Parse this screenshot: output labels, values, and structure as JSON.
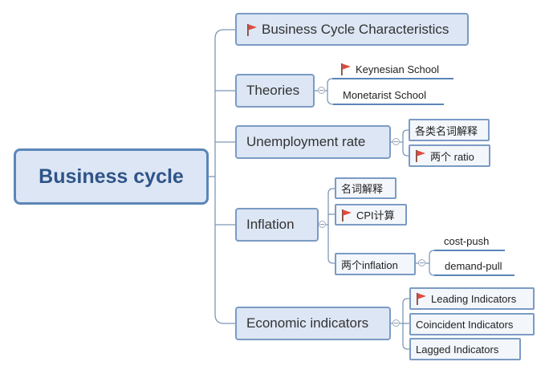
{
  "root": {
    "label": "Business cycle"
  },
  "branches": {
    "characteristics": {
      "label": "Business Cycle Characteristics",
      "flag": true
    },
    "theories": {
      "label": "Theories",
      "children": [
        {
          "label": "Keynesian School",
          "flag": true
        },
        {
          "label": "Monetarist School"
        }
      ]
    },
    "unemployment": {
      "label": "Unemployment rate",
      "children": [
        {
          "label": "各类名词解释"
        },
        {
          "label": "两个 ratio",
          "flag": true
        }
      ]
    },
    "inflation": {
      "label": "Inflation",
      "children": [
        {
          "label": "名词解释"
        },
        {
          "label": "CPI计算",
          "flag": true
        },
        {
          "label": "两个inflation",
          "children": [
            {
              "label": "cost-push"
            },
            {
              "label": "demand-pull"
            }
          ]
        }
      ]
    },
    "indicators": {
      "label": "Economic indicators",
      "children": [
        {
          "label": "Leading Indicators",
          "flag": true
        },
        {
          "label": "Coincident Indicators"
        },
        {
          "label": "Lagged Indicators"
        }
      ]
    }
  },
  "colors": {
    "root_fill": "#dce6f4",
    "root_border": "#5b86b8",
    "root_text": "#2f5488",
    "branch_border": "#7b9bc4",
    "connector": "#7d97b8",
    "flag": "#e0493f"
  },
  "icons": {
    "flag": "red-flag-icon",
    "collapse": "collapse-toggle-icon"
  }
}
